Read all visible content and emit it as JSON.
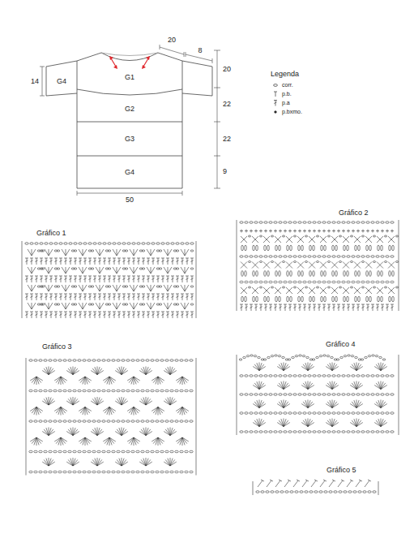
{
  "diagram": {
    "nodes": [
      {
        "text": [
          "G1"
        ]
      },
      {
        "text": [
          "G4"
        ]
      },
      {
        "text": [
          "G2"
        ]
      },
      {
        "text": [
          "G3"
        ]
      },
      {
        "text": [
          "G4"
        ]
      }
    ],
    "labels": [
      "20",
      "8",
      "14",
      "20",
      "22",
      "22",
      "9",
      "50",
      "Legenda",
      "Gráfico 1",
      "Gráfico 2",
      "Gráfico 3",
      "Gráfico 4",
      "Gráfico 5"
    ],
    "legend": [
      {
        "text": "corr."
      },
      {
        "text": "p.b."
      },
      {
        "text": "p.a"
      },
      {
        "text": "p.bxmo."
      }
    ]
  }
}
